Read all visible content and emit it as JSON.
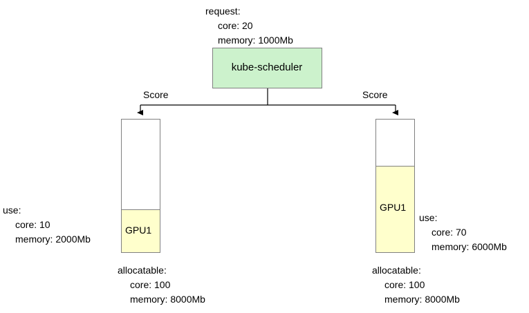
{
  "diagram": {
    "type": "kubernetes-scheduler-scoring",
    "background_color": "#ffffff",
    "scheduler": {
      "label": "kube-scheduler",
      "fill_color": "#ccf2cc",
      "stroke_color": "#808080"
    },
    "request": {
      "title": "request:",
      "core": "core: 20",
      "memory": "memory: 1000Mb"
    },
    "edges": [
      {
        "label": "Score",
        "target": "node-left"
      },
      {
        "label": "Score",
        "target": "node-right"
      }
    ],
    "nodes": [
      {
        "id": "node-left",
        "gpu_label": "GPU1",
        "fill_color": "#ffffcc",
        "stroke_color": "#808080",
        "use": {
          "title": "use:",
          "core": "core: 10",
          "memory": "memory: 2000Mb"
        },
        "allocatable": {
          "title": "allocatable:",
          "core": "core: 100",
          "memory": "memory: 8000Mb"
        }
      },
      {
        "id": "node-right",
        "gpu_label": "GPU1",
        "fill_color": "#ffffcc",
        "stroke_color": "#808080",
        "use": {
          "title": "use:",
          "core": "core: 70",
          "memory": "memory: 6000Mb"
        },
        "allocatable": {
          "title": "allocatable:",
          "core": "core: 100",
          "memory": "memory: 8000Mb"
        }
      }
    ]
  }
}
